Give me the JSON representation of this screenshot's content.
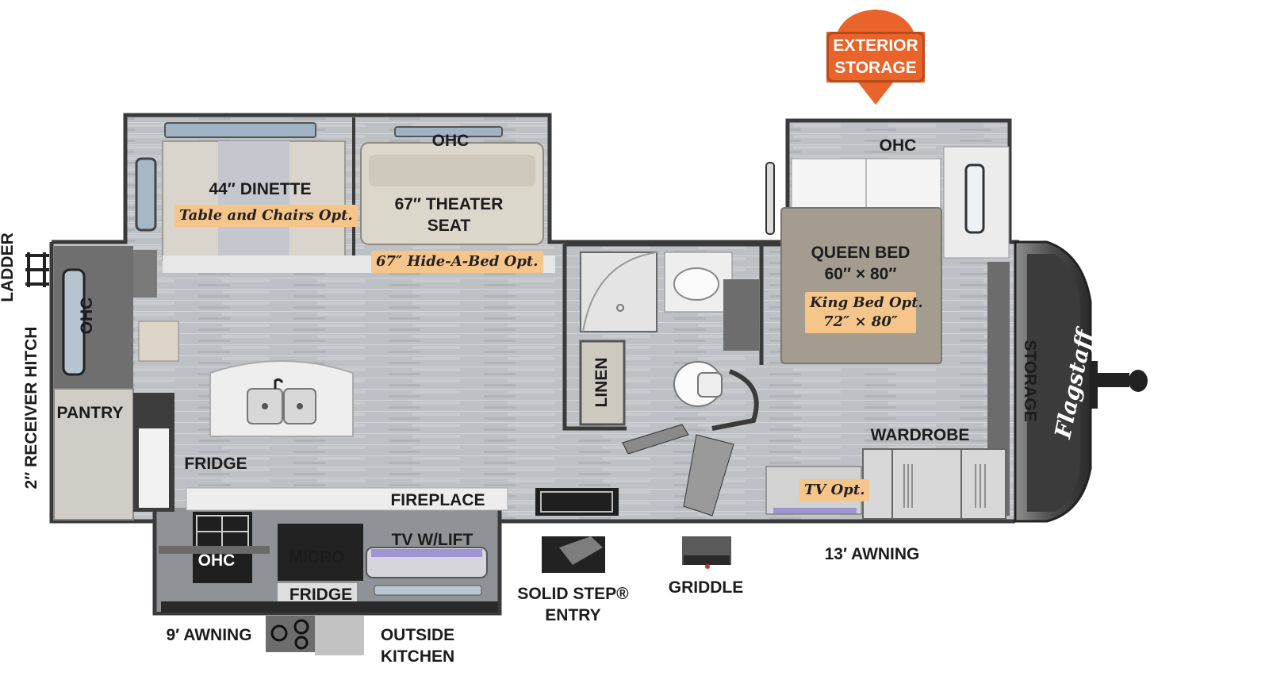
{
  "badge": {
    "line1": "EXTERIOR",
    "line2": "STORAGE",
    "color": "#e8642a"
  },
  "labels": {
    "dinette": "44″ DINETTE",
    "dinette_opt": "Table and Chairs Opt.",
    "ohc_front": "OHC",
    "theater_line1": "67″ THEATER",
    "theater_line2": "SEAT",
    "hide_a_bed_opt": "67″ Hide-A-Bed Opt.",
    "ohc_bedroom": "OHC",
    "queen_line1": "QUEEN BED",
    "queen_line2": "60″ × 80″",
    "king_line1": "King Bed Opt.",
    "king_line2": "72″ × 80″",
    "ladder": "LADDER",
    "receiver_hitch": "2″ RECEIVER HITCH",
    "ohc_rear": "OHC",
    "pantry": "PANTRY",
    "fridge": "FRIDGE",
    "fireplace": "FIREPLACE",
    "linen": "LINEN",
    "storage": "STORAGE",
    "wardrobe": "WARDROBE",
    "tv_opt": "TV Opt.",
    "ohc_kitchen": "OHC",
    "micro": "MICRO",
    "tv_lift": "TV W/LIFT",
    "fridge_slide": "FRIDGE",
    "awning_13": "13′ AWNING",
    "solid_step_line1": "SOLID STEP®",
    "solid_step_line2": "ENTRY",
    "griddle": "GRIDDLE",
    "awning_9": "9′ AWNING",
    "outside_kitchen_line1": "OUTSIDE",
    "outside_kitchen_line2": "KITCHEN"
  },
  "brand": {
    "logo_text": "Flagstaff"
  },
  "icons": [
    "sink-icon",
    "toilet-icon",
    "shower-icon",
    "stove-icon",
    "cooktop-icon",
    "griddle-icon",
    "jack-icon"
  ],
  "colors": {
    "floor": "#b9bcc0",
    "wall": "#3a3a3a",
    "counter": "#e9e9e9",
    "option_tag": "#f6c58a"
  }
}
